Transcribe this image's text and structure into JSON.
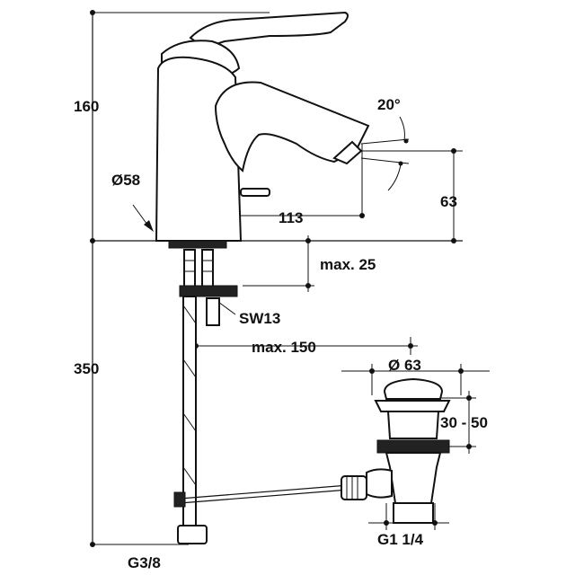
{
  "labels": {
    "height_top": "160",
    "diameter_body": "Ø58",
    "spout_angle": "20°",
    "spout_reach": "113",
    "spout_height": "63",
    "deck_thickness": "max. 25",
    "wrench_size": "SW13",
    "pull_rod": "max. 150",
    "height_bottom": "350",
    "waste_diameter": "Ø 63",
    "waste_adjust": "30 - 50",
    "waste_thread": "G1 1/4",
    "supply_thread": "G3/8"
  }
}
